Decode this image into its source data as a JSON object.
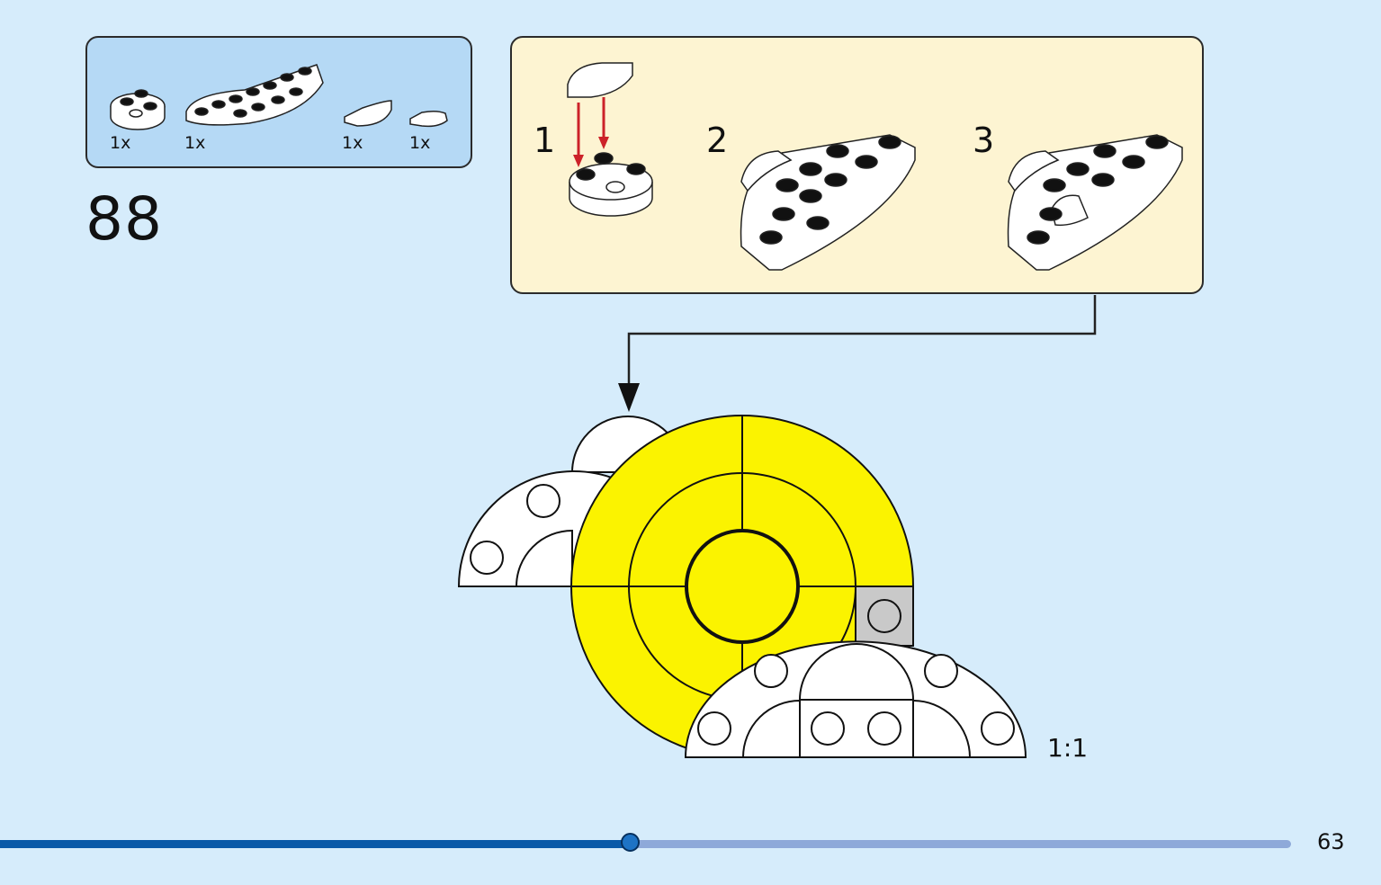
{
  "step": {
    "number": "88"
  },
  "parts": [
    {
      "qty": "1x",
      "name": "round-plate-2x2"
    },
    {
      "qty": "1x",
      "name": "half-circle-plate-4x8"
    },
    {
      "qty": "1x",
      "name": "quarter-round-tile-2x2"
    },
    {
      "qty": "1x",
      "name": "quarter-round-tile-1x1"
    }
  ],
  "substeps": [
    {
      "label": "1"
    },
    {
      "label": "2"
    },
    {
      "label": "3"
    }
  ],
  "scale": {
    "label": "1:1"
  },
  "colors": {
    "background": "#d6ecfb",
    "parts_box": "#b5d9f5",
    "substep_box": "#fdf4d2",
    "yellow": "#fbf300",
    "arrow_red": "#cc2229",
    "progress_dark": "#0a5aa8",
    "progress_light": "#8ea9d9"
  },
  "progress": {
    "fraction": 0.488
  },
  "page": {
    "number": "63"
  }
}
